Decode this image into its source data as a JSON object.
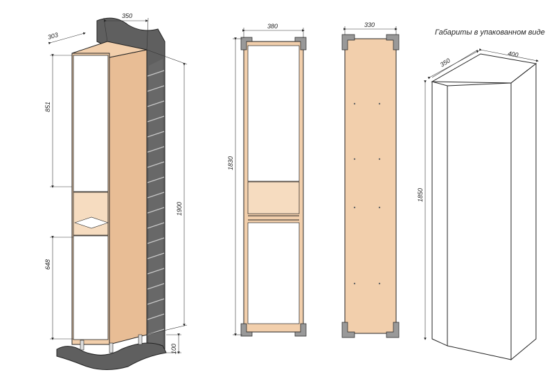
{
  "package_title": "Габариты в упакованном виде",
  "left_view": {
    "dims": {
      "width": "350",
      "depth": "303",
      "upper_door": "851",
      "lower_door": "648",
      "total_height": "1900",
      "leg_height": "100"
    }
  },
  "middle_view": {
    "dims": {
      "width": "380",
      "height": "1830"
    }
  },
  "back_view": {
    "dims": {
      "width": "330"
    }
  },
  "package_view": {
    "dims": {
      "depth": "350",
      "width": "400",
      "height": "1850"
    }
  },
  "colors": {
    "wood": "#f2cfac",
    "wood_dark": "#e3b48c",
    "tile": "#5f5f5f",
    "tile_grout": "#c9c9c9",
    "line": "#222222"
  }
}
